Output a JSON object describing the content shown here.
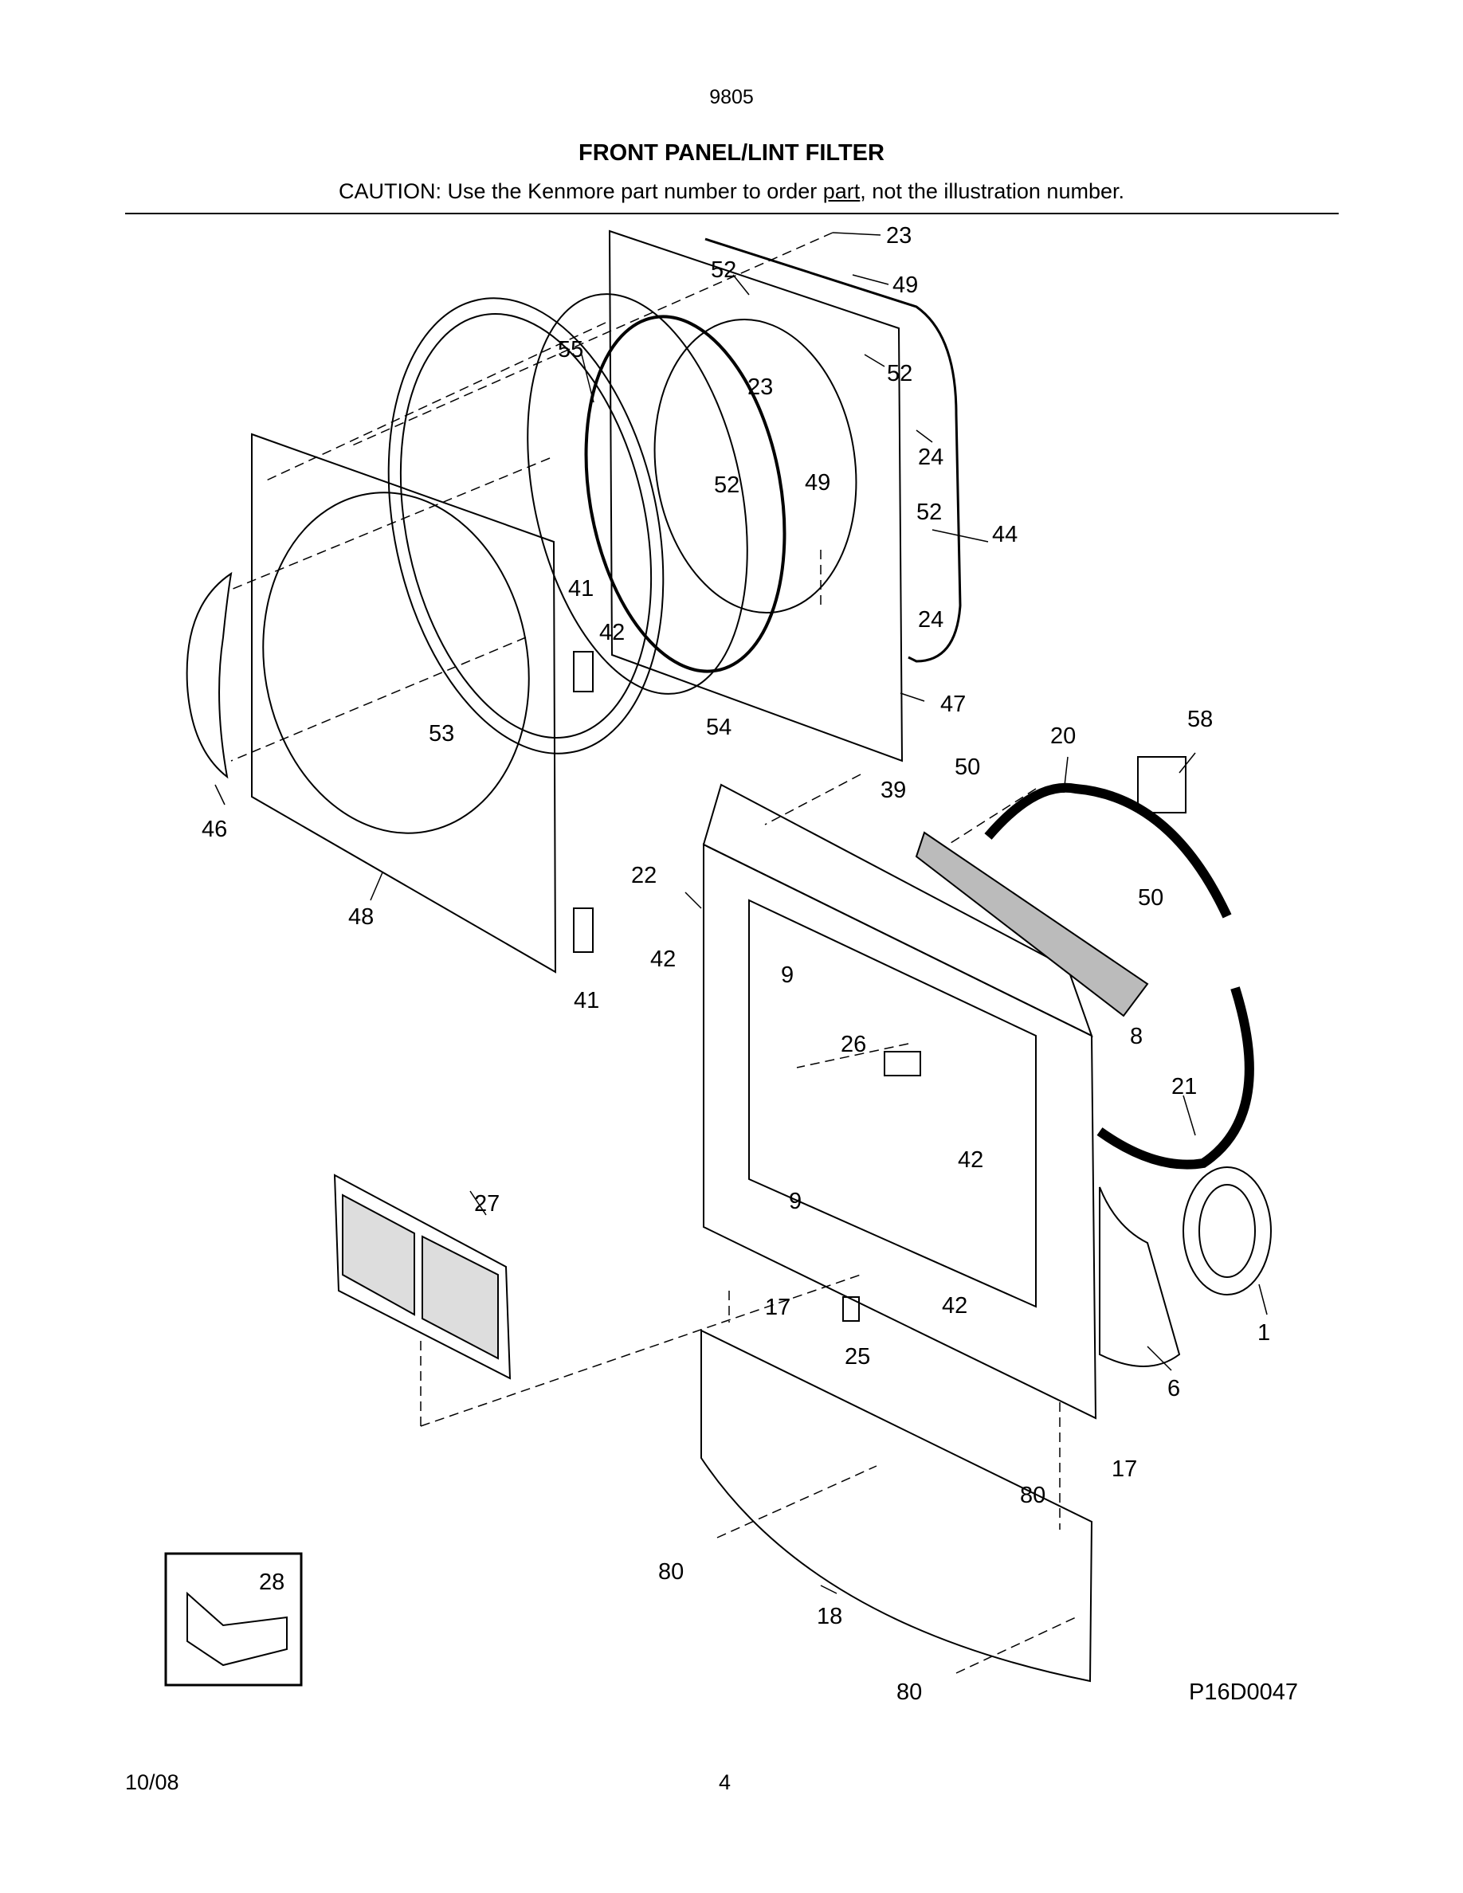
{
  "header": {
    "model": "9805",
    "title": "FRONT PANEL/LINT FILTER",
    "caution_prefix": "CAUTION: Use the Kenmore part number to order ",
    "caution_underlined": "part",
    "caution_suffix": ", not the illustration number."
  },
  "diagram_code": "P16D0047",
  "footer": {
    "date": "10/08",
    "page": "4"
  },
  "callouts": [
    {
      "id": "c23a",
      "text": "23"
    },
    {
      "id": "c52a",
      "text": "52"
    },
    {
      "id": "c49a",
      "text": "49"
    },
    {
      "id": "c55",
      "text": "55"
    },
    {
      "id": "c52b",
      "text": "52"
    },
    {
      "id": "c23b",
      "text": "23"
    },
    {
      "id": "c24a",
      "text": "24"
    },
    {
      "id": "c52c",
      "text": "52"
    },
    {
      "id": "c49b",
      "text": "49"
    },
    {
      "id": "c52d",
      "text": "52"
    },
    {
      "id": "c44",
      "text": "44"
    },
    {
      "id": "c24b",
      "text": "24"
    },
    {
      "id": "c41a",
      "text": "41"
    },
    {
      "id": "c42a",
      "text": "42"
    },
    {
      "id": "c47",
      "text": "47"
    },
    {
      "id": "c53",
      "text": "53"
    },
    {
      "id": "c54",
      "text": "54"
    },
    {
      "id": "c58",
      "text": "58"
    },
    {
      "id": "c20",
      "text": "20"
    },
    {
      "id": "c50a",
      "text": "50"
    },
    {
      "id": "c39",
      "text": "39"
    },
    {
      "id": "c46",
      "text": "46"
    },
    {
      "id": "c22",
      "text": "22"
    },
    {
      "id": "c50b",
      "text": "50"
    },
    {
      "id": "c48",
      "text": "48"
    },
    {
      "id": "c42b",
      "text": "42"
    },
    {
      "id": "c9a",
      "text": "9"
    },
    {
      "id": "c41b",
      "text": "41"
    },
    {
      "id": "c8",
      "text": "8"
    },
    {
      "id": "c26",
      "text": "26"
    },
    {
      "id": "c21",
      "text": "21"
    },
    {
      "id": "c42c",
      "text": "42"
    },
    {
      "id": "c27",
      "text": "27"
    },
    {
      "id": "c9b",
      "text": "9"
    },
    {
      "id": "c17a",
      "text": "17"
    },
    {
      "id": "c42d",
      "text": "42"
    },
    {
      "id": "c1",
      "text": "1"
    },
    {
      "id": "c25",
      "text": "25"
    },
    {
      "id": "c6",
      "text": "6"
    },
    {
      "id": "c17b",
      "text": "17"
    },
    {
      "id": "c80a",
      "text": "80"
    },
    {
      "id": "c28",
      "text": "28"
    },
    {
      "id": "c80b",
      "text": "80"
    },
    {
      "id": "c18",
      "text": "18"
    },
    {
      "id": "c80c",
      "text": "80"
    }
  ]
}
